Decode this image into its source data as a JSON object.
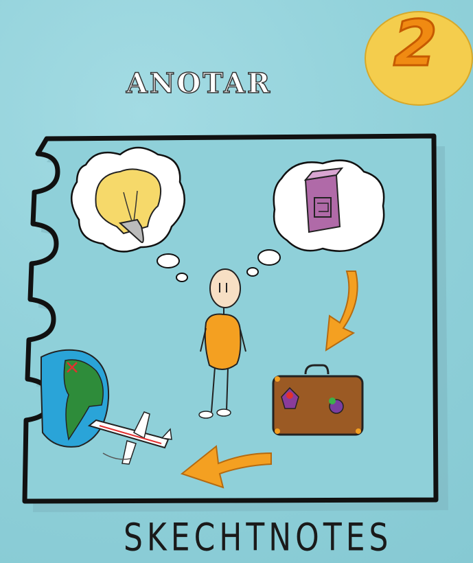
{
  "title": "ANOTAR",
  "footer": "SKECHTNOTES",
  "badge": {
    "number": "2",
    "color": "#f08a12",
    "background": "#f4cd4d"
  },
  "colors": {
    "background": "#8fd0d9",
    "figure_orange": "#f4a021",
    "suitcase": "#9b5a24",
    "globe_green": "#2e8c3a",
    "globe_blue": "#2aa4d8"
  },
  "icons": [
    "lightbulb-icon",
    "book-icon",
    "suitcase-icon",
    "globe-icon",
    "airplane-icon",
    "stick-figure",
    "arrow-down-icon",
    "arrow-left-icon"
  ]
}
